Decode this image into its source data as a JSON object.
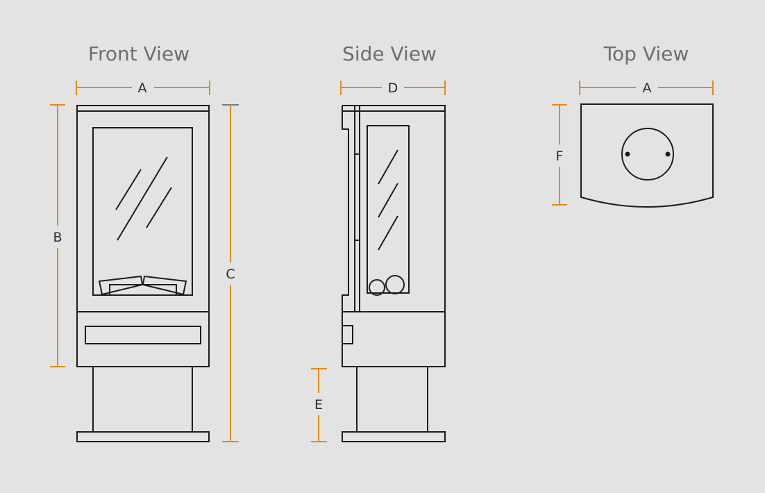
{
  "views": {
    "front": {
      "title": "Front View",
      "labels": {
        "width": "A",
        "body_height": "B",
        "total_height": "C"
      }
    },
    "side": {
      "title": "Side View",
      "labels": {
        "depth": "D",
        "pedestal_height": "E"
      }
    },
    "top": {
      "title": "Top View",
      "labels": {
        "width": "A",
        "depth": "F"
      }
    }
  },
  "colors": {
    "background": "#e3e3e3",
    "outline": "#1c1c1c",
    "dimension_line": "#e08c18",
    "title_text": "#6e6e6e",
    "label_text": "#2b2b2b"
  }
}
